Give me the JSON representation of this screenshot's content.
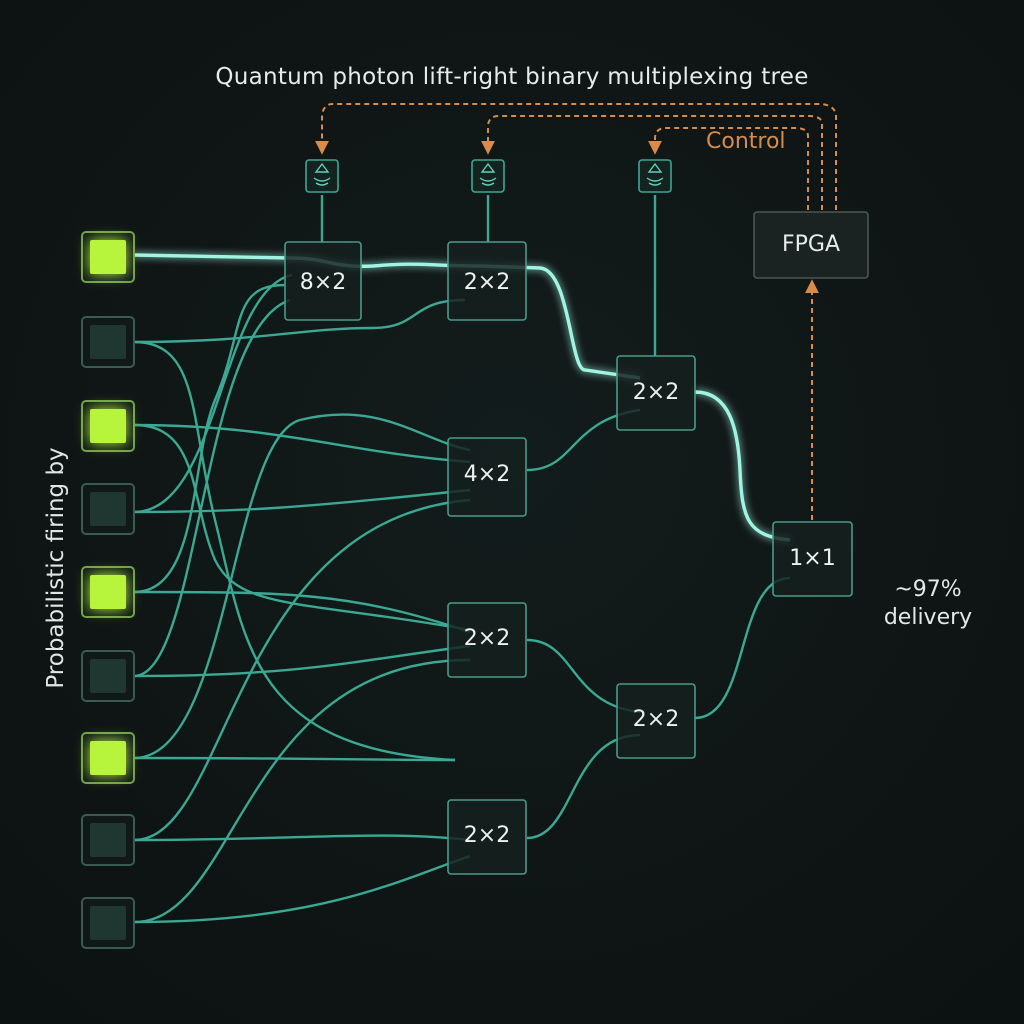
{
  "title": "Quantum photon lift-right binary multiplexing tree",
  "y_axis_label": "Probabilistic firing by",
  "control_label": "Control",
  "controller": {
    "label": "FPGA"
  },
  "output": {
    "percent": "~97%",
    "label": "delivery"
  },
  "switches": [
    {
      "id": "s1",
      "label": "8×2"
    },
    {
      "id": "s2",
      "label": "2×2"
    },
    {
      "id": "s3",
      "label": "2×2"
    },
    {
      "id": "s4",
      "label": "4×2"
    },
    {
      "id": "s5",
      "label": "1×1"
    },
    {
      "id": "s6",
      "label": "2×2"
    },
    {
      "id": "s7",
      "label": "2×2"
    },
    {
      "id": "s8",
      "label": "2×2"
    }
  ],
  "sources": [
    {
      "fired": true
    },
    {
      "fired": false
    },
    {
      "fired": true
    },
    {
      "fired": false
    },
    {
      "fired": true
    },
    {
      "fired": false
    },
    {
      "fired": true
    },
    {
      "fired": false
    },
    {
      "fired": false
    }
  ],
  "detectors": [
    {
      "icon": "detector-icon"
    },
    {
      "icon": "detector-icon"
    },
    {
      "icon": "detector-icon"
    }
  ],
  "colors": {
    "waveguide": "#3aa892",
    "highlight": "#9ff5e2",
    "control": "#d98b4a",
    "source_on": "#b6f53a",
    "source_off": "#1f3631",
    "box_stroke": "#4a9a8a",
    "background": "#0f1515"
  }
}
